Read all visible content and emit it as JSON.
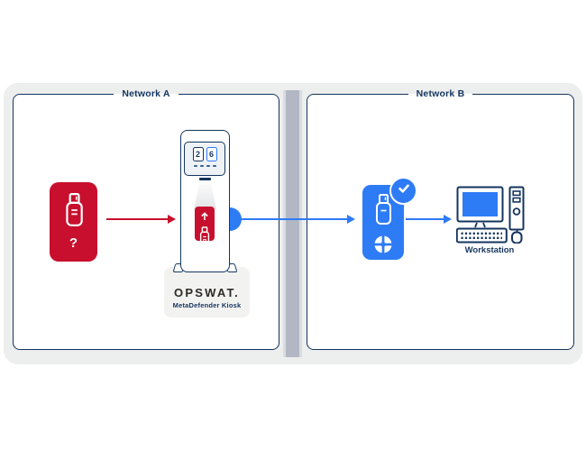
{
  "diagram": {
    "network_a": {
      "label": "Network A",
      "unknown_usb": {
        "symbol": "?",
        "status": "unknown"
      }
    },
    "kiosk": {
      "screen": {
        "digits": [
          "2",
          "6"
        ]
      },
      "brand_card": {
        "wordmark": "OPSWAT.",
        "product": "MetaDefender Kiosk"
      }
    },
    "network_b": {
      "label": "Network B",
      "clean_usb": {
        "status": "verified"
      },
      "workstation": {
        "label": "Workstation"
      }
    },
    "icons": {
      "unknown_media": "usb-drive-icon",
      "question": "question-mark",
      "insert": "arrow-up-icon",
      "verified": "checkmark-icon",
      "sanitized": "pinwheel-icon",
      "endpoint": "desktop-computer-icon"
    },
    "colors": {
      "alert_red": "#c8102e",
      "primary_blue": "#2e7bf6",
      "navy": "#14355f",
      "wall_gray": "#b1b7c3",
      "backdrop_gray": "#edeeee"
    }
  }
}
